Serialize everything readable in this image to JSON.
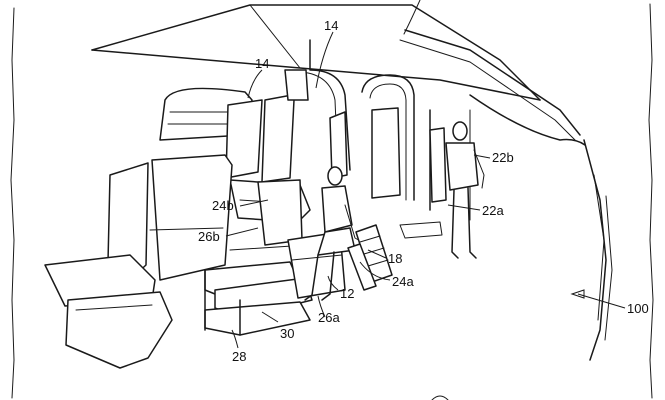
{
  "labels": {
    "ref_14_left": "14",
    "ref_14_right": "14",
    "ref_22b": "22b",
    "ref_22a": "22a",
    "ref_24b": "24b",
    "ref_26b": "26b",
    "ref_18": "18",
    "ref_24a": "24a",
    "ref_12": "12",
    "ref_26a": "26a",
    "ref_100": "100",
    "ref_28": "28",
    "ref_30": "30"
  },
  "colors": {
    "line": "#1a1a1a",
    "background": "#ffffff"
  }
}
